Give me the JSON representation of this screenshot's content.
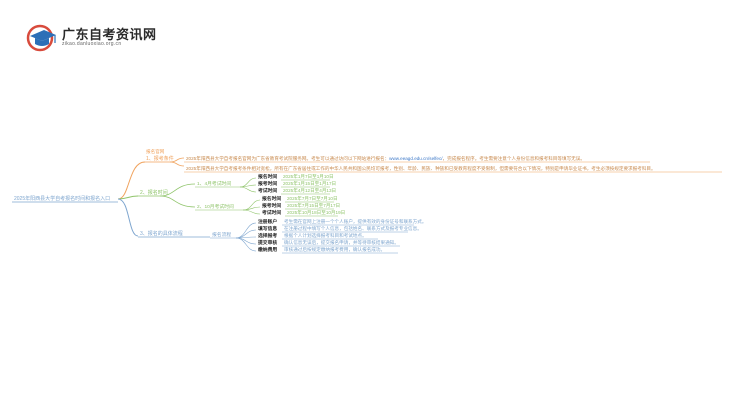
{
  "logo": {
    "title": "广东自考资讯网",
    "subtitle": "zikao.danluoxiao.org.cn",
    "icon": "graduation-cap-icon"
  },
  "colors": {
    "orange": "#f0a35e",
    "green": "#8fc46a",
    "blue": "#7fa6cf",
    "link": "#3c78c8",
    "text_dark": "#222222"
  },
  "mindmap": {
    "root": "2025年阳西县大学自考报名时间和报名入口",
    "branch1": {
      "title": "1、报考条件",
      "items": [
        {
          "label": "报名官网",
          "text": "2025年阳西县大学自考报名官网为广东省教育考试院服务网。考生可以通过访问以下网站进行报名：",
          "link": "www.eeagd.edu.cn/selfec/",
          "text2": "，完成报名程序。考生需要注意个人身份信息和报考科目等填写无误。"
        },
        {
          "label": "报名条件",
          "text": "2025年阳西县大学自考报考条件相对宽松，所有在广东省居住或工作的中华人民共和国公民均可报考，性别、年龄、民族、种族和已受教育程度不受限制，但需要符合以下情况，特别是申请毕业证书，考生必须按规定要求报考科目。"
        }
      ]
    },
    "branch2": {
      "title": "2、报名时间",
      "subs": [
        {
          "label": "1、4月考试时间",
          "rows": [
            {
              "label": "报名时间",
              "value": "2025年1月7日至1月10日"
            },
            {
              "label": "报考时间",
              "value": "2025年1月15日至1月17日"
            },
            {
              "label": "考试时间",
              "value": "2025年4月12日至4月13日"
            }
          ]
        },
        {
          "label": "2、10月考试时间",
          "rows": [
            {
              "label": "报名时间",
              "value": "2025年7月7日至7月10日"
            },
            {
              "label": "报考时间",
              "value": "2025年7月15日至7月17日"
            },
            {
              "label": "考试时间",
              "value": "2025年10月18日至10月19日"
            }
          ]
        }
      ]
    },
    "branch3": {
      "title": "3、报名的具体流程",
      "sub": "报名流程",
      "rows": [
        {
          "label": "注册账户",
          "value": "考生需在官网上注册一个个人账户，提供有效的身份证号和联系方式。"
        },
        {
          "label": "填写信息",
          "value": "在注册过程中填写个人信息，包括姓名、联系方式及报考专业信息。"
        },
        {
          "label": "选择报考",
          "value": "根据个人计划选择报考科目和考试地点。"
        },
        {
          "label": "提交审核",
          "value": "确认信息无误后，提交报名申请，并等待审核结果通知。"
        },
        {
          "label": "缴纳费用",
          "value": "审核通过后按规定缴纳报考费用，确认报名成功。"
        }
      ]
    }
  }
}
